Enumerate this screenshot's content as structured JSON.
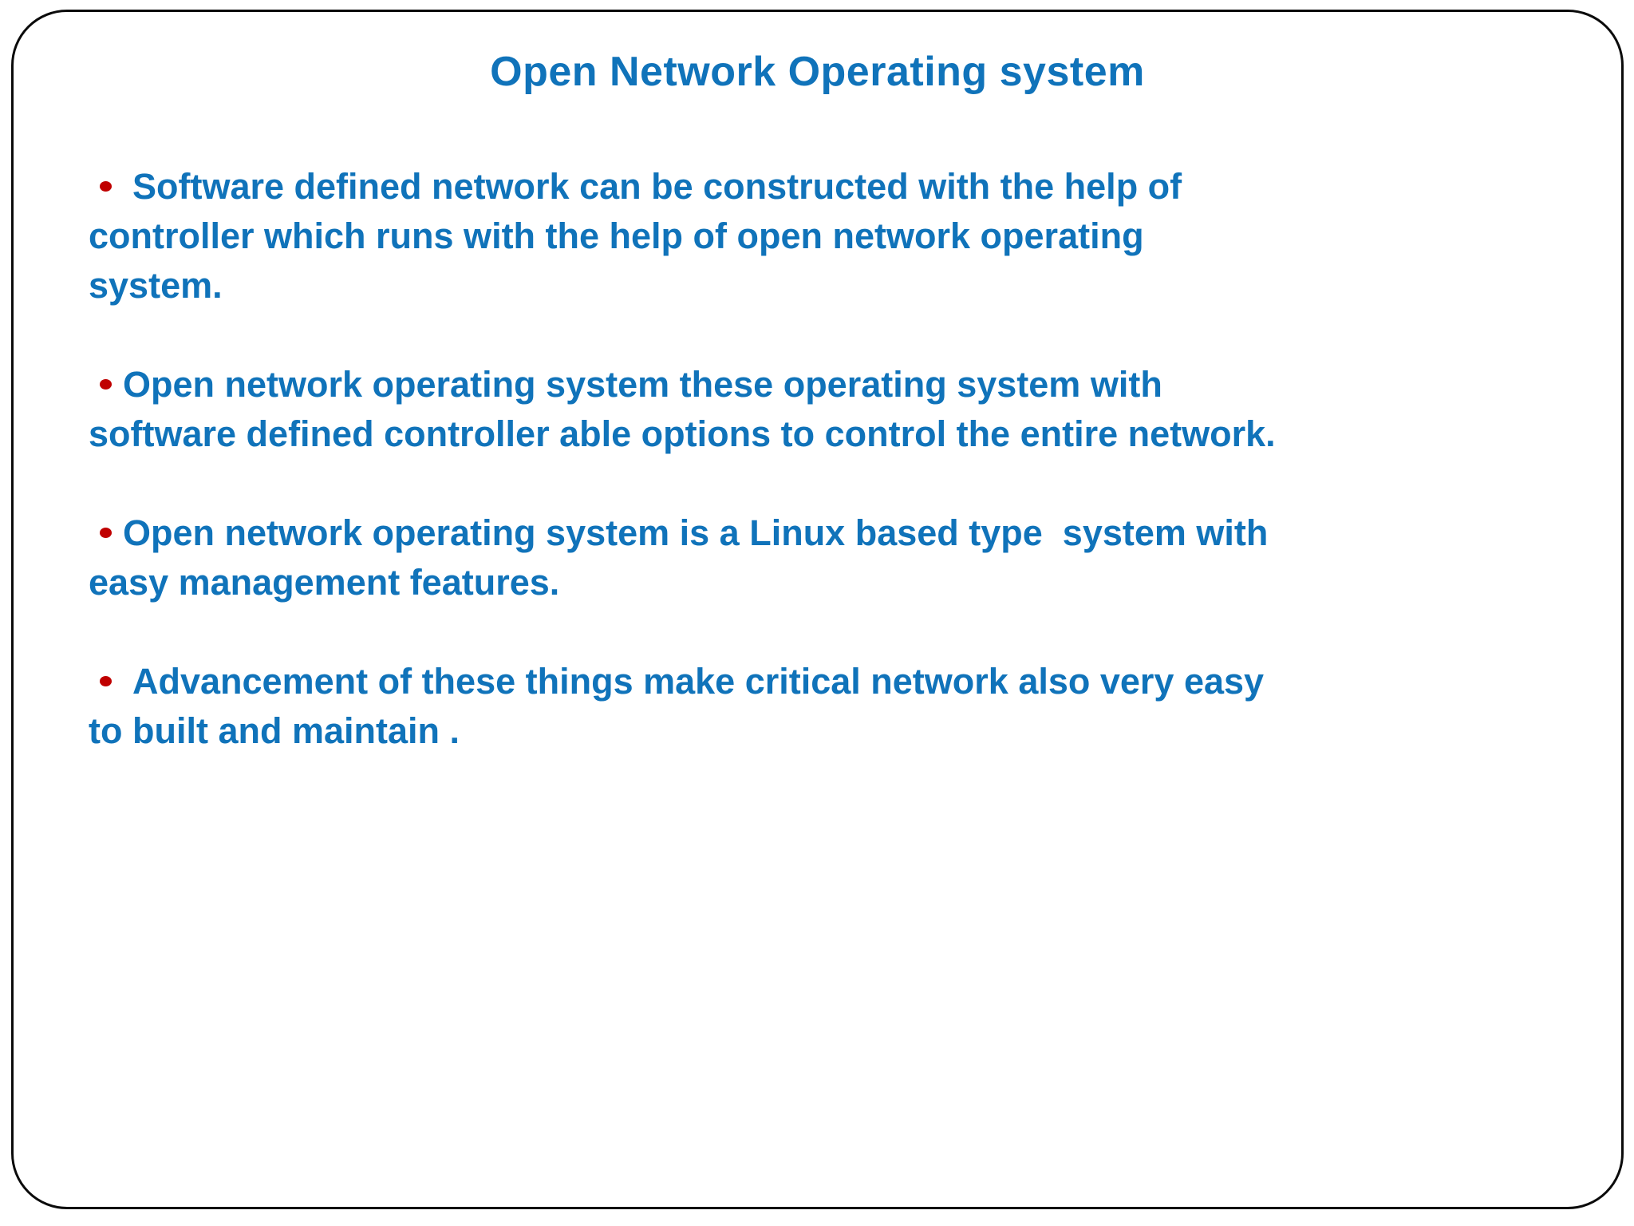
{
  "slide": {
    "title": "Open Network Operating system",
    "bullets": [
      {
        "lines": [
          "Software defined network can be constructed with the help of",
          "controller which runs with the help of open network operating",
          "system."
        ]
      },
      {
        "lines": [
          "Open network operating system these operating system with",
          "software defined controller able options to control the entire network."
        ]
      },
      {
        "lines": [
          "Open network operating system is a Linux based type  system with",
          "easy management features."
        ]
      },
      {
        "lines": [
          "Advancement of these things make critical network also very easy",
          "to built and maintain ."
        ]
      }
    ],
    "colors": {
      "text": "#1073ba",
      "bullet": "#c00000",
      "border": "#0b0b0b"
    }
  }
}
